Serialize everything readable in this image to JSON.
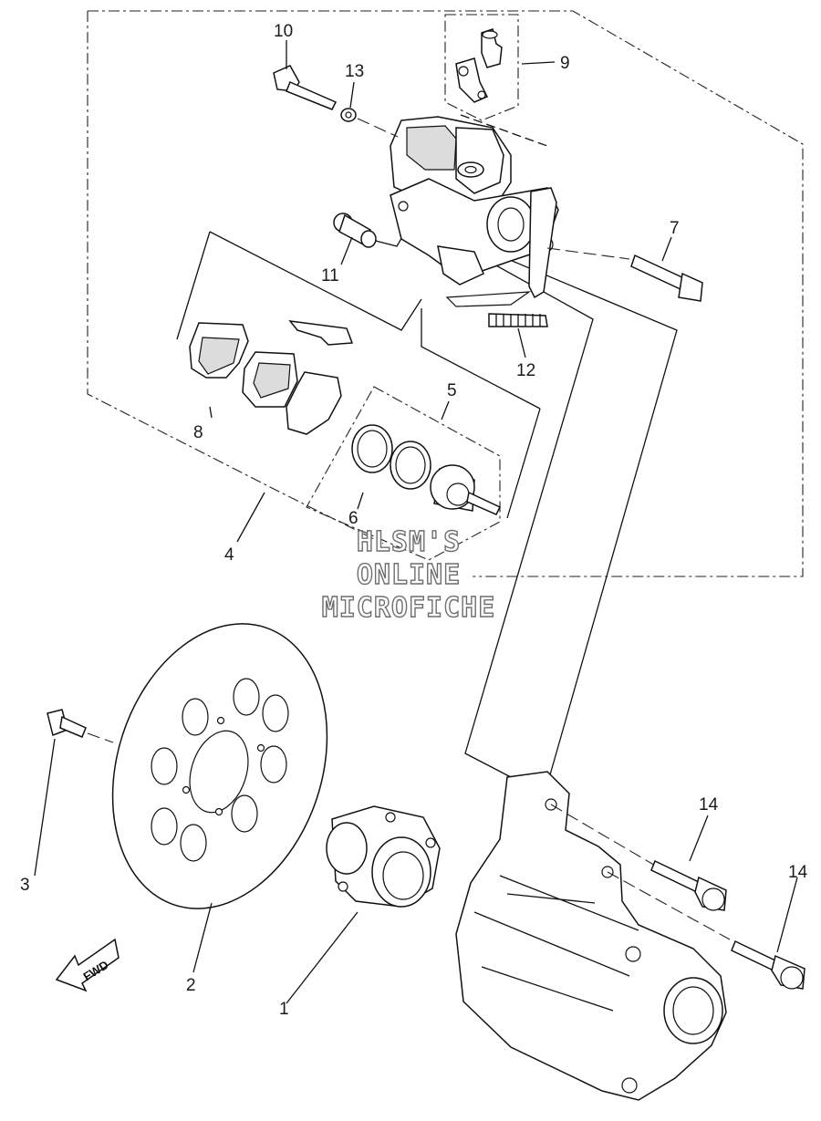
{
  "callouts": {
    "c1": "1",
    "c2": "2",
    "c3": "3",
    "c4": "4",
    "c5": "5",
    "c6": "6",
    "c7": "7",
    "c8": "8",
    "c9": "9",
    "c10": "10",
    "c11": "11",
    "c12": "12",
    "c13": "13",
    "c14a": "14",
    "c14b": "14"
  },
  "watermark": {
    "line1": "HLSM'S",
    "line2": "ONLINE",
    "line3": "MICROFICHE"
  },
  "fwd_label": "FWD"
}
